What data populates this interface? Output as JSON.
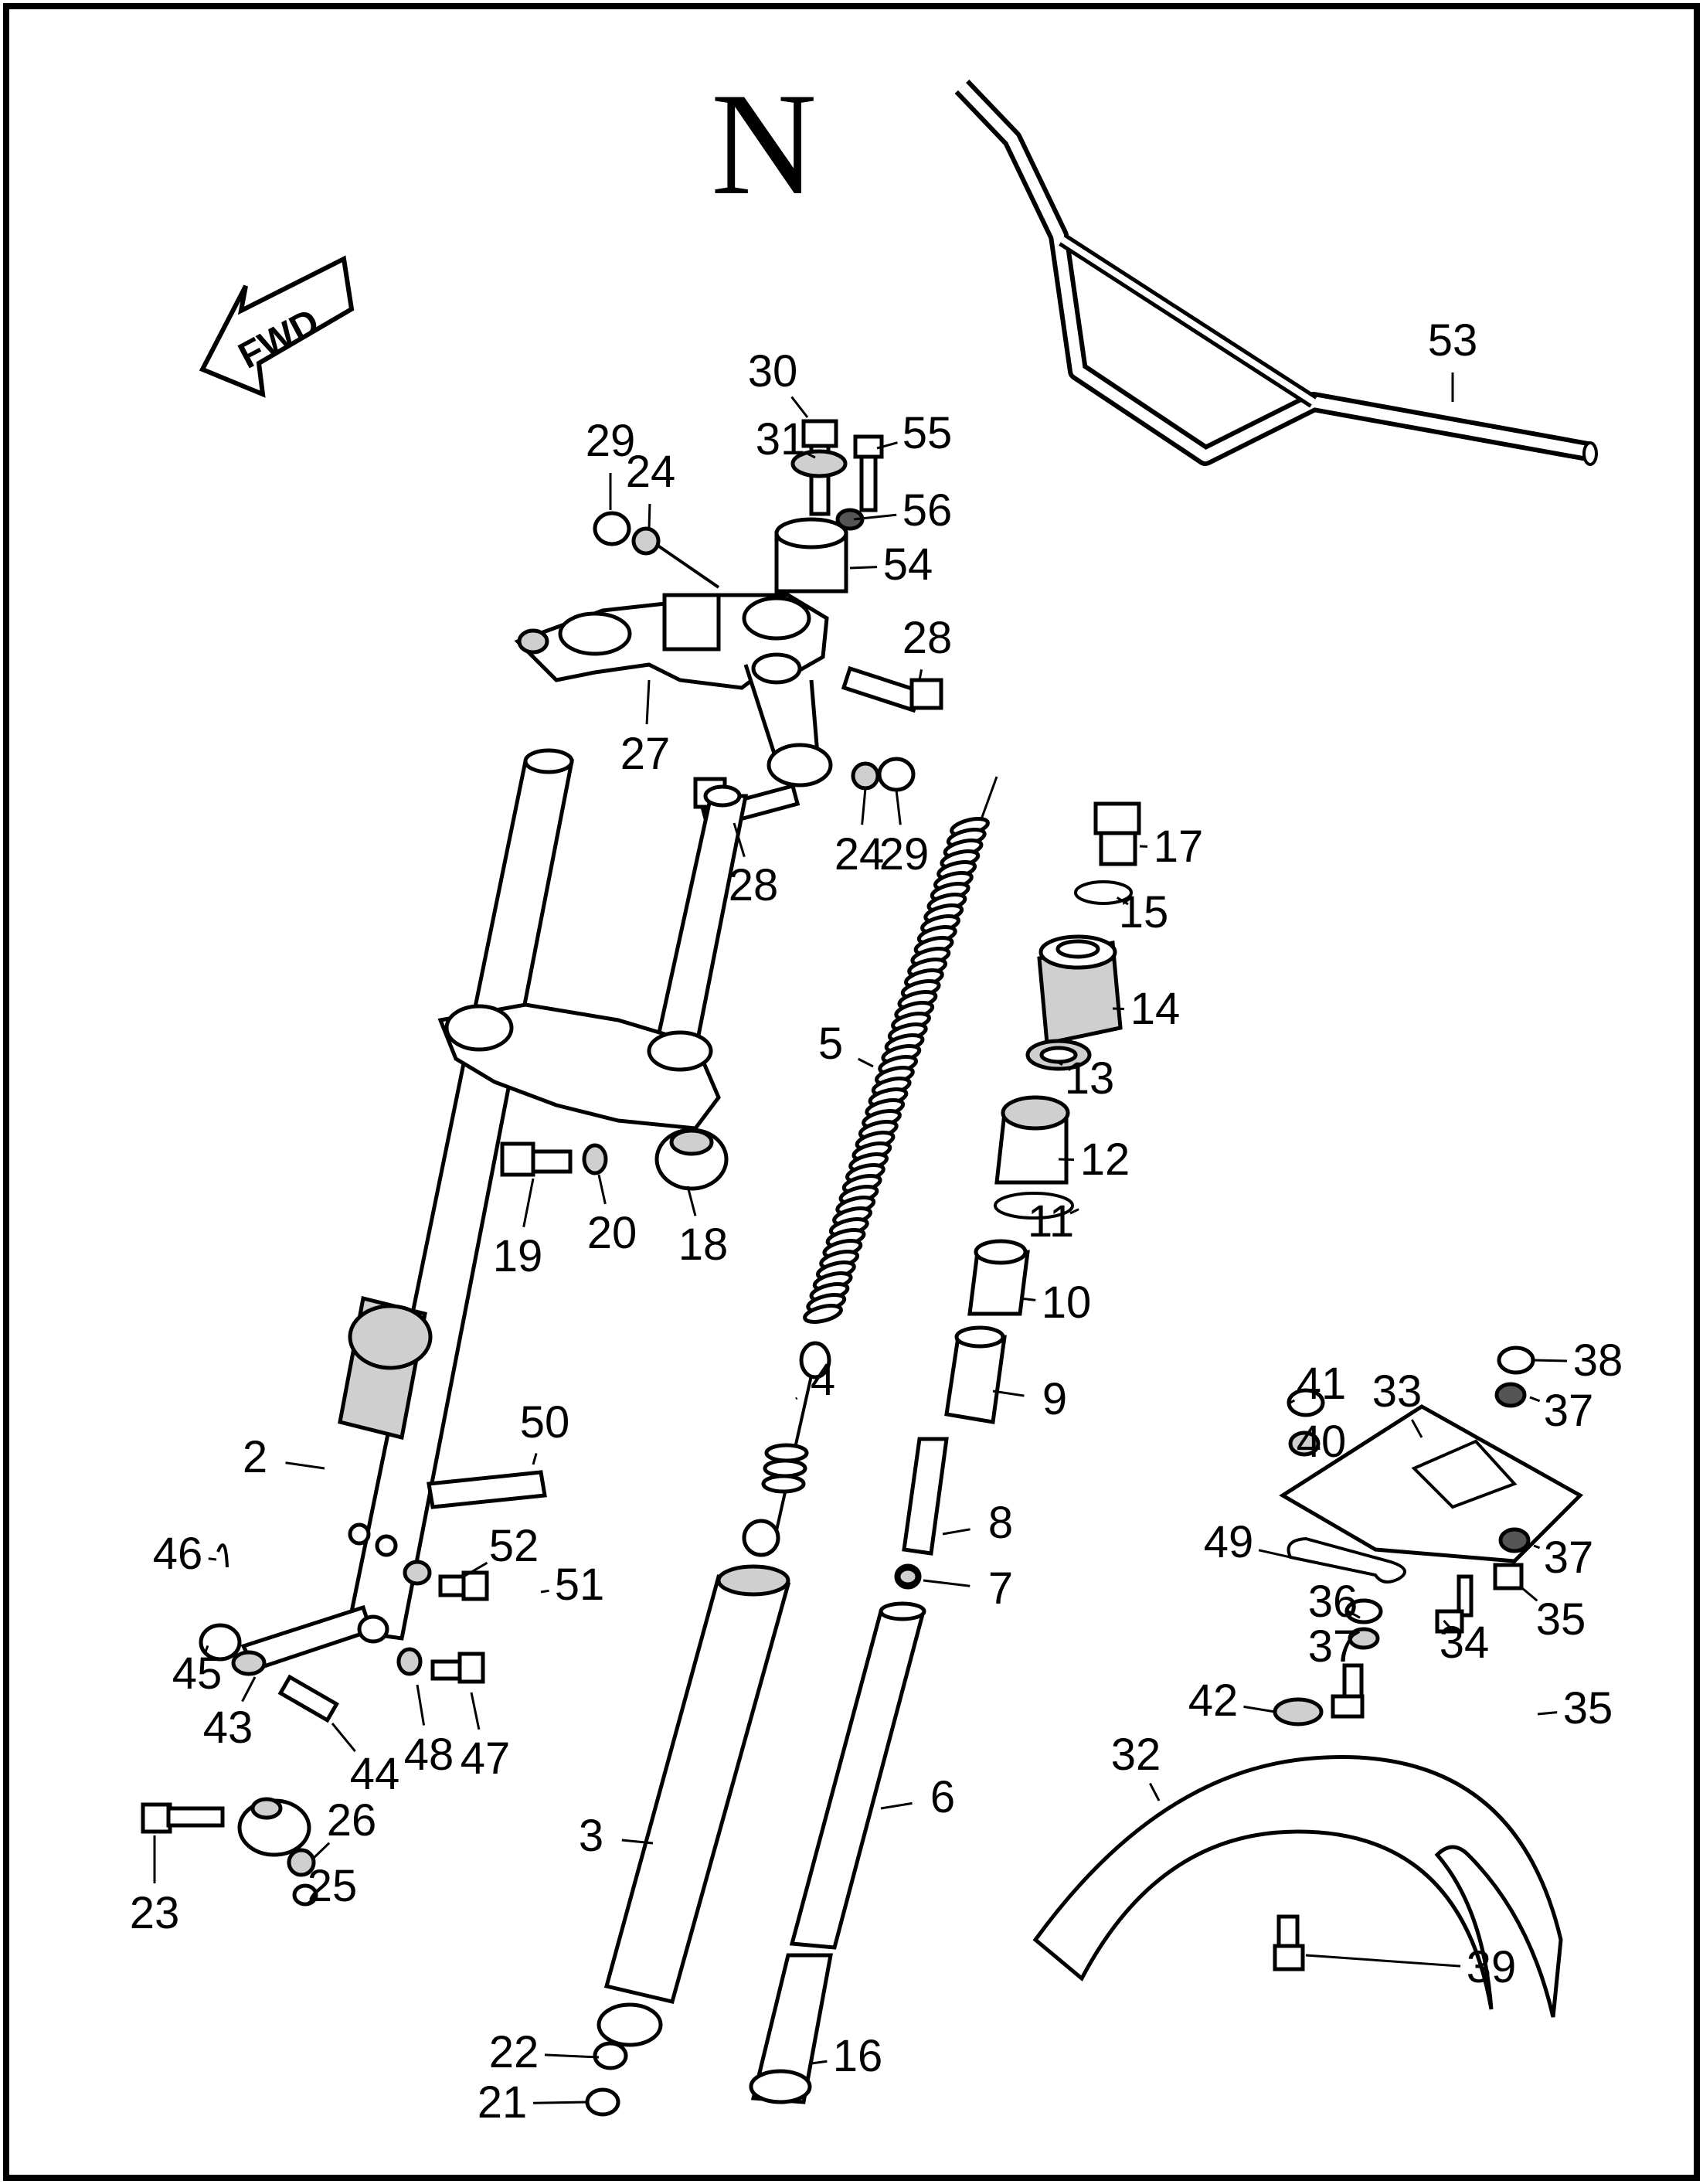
{
  "diagram": {
    "title": "N",
    "arrow_label": "FWD",
    "labels": [
      "2",
      "3",
      "4",
      "5",
      "6",
      "7",
      "8",
      "9",
      "10",
      "11",
      "12",
      "13",
      "14",
      "15",
      "16",
      "17",
      "18",
      "19",
      "20",
      "21",
      "22",
      "23",
      "24",
      "24",
      "25",
      "26",
      "27",
      "28",
      "28",
      "29",
      "29",
      "30",
      "31",
      "32",
      "33",
      "34",
      "35",
      "35",
      "36",
      "37",
      "37",
      "37",
      "38",
      "39",
      "40",
      "41",
      "42",
      "43",
      "44",
      "45",
      "46",
      "47",
      "48",
      "49",
      "50",
      "51",
      "52",
      "53",
      "54",
      "55",
      "56"
    ]
  },
  "colors": {
    "ink": "#000000",
    "paper": "#ffffff"
  }
}
